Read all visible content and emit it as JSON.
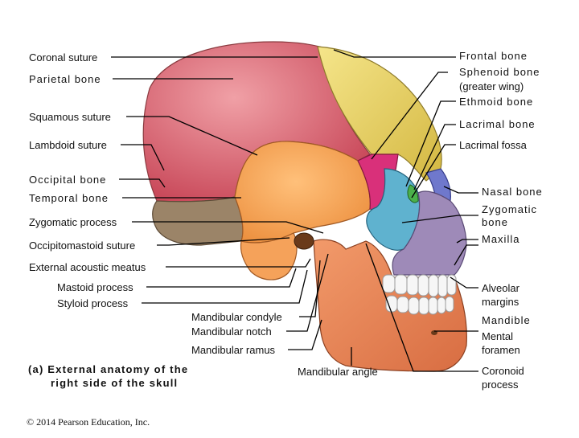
{
  "labels": {
    "coronal_suture": "Coronal suture",
    "parietal_bone": "Parietal bone",
    "squamous_suture": "Squamous suture",
    "lambdoid_suture": "Lambdoid suture",
    "occipital_bone": "Occipital bone",
    "temporal_bone": "Temporal bone",
    "zygomatic_process": "Zygomatic process",
    "occipitomastoid_suture": "Occipitomastoid suture",
    "external_acoustic_meatus": "External acoustic meatus",
    "mastoid_process": "Mastoid process",
    "styloid_process": "Styloid process",
    "mandibular_condyle": "Mandibular condyle",
    "mandibular_notch": "Mandibular notch",
    "mandibular_ramus": "Mandibular ramus",
    "mandibular_angle": "Mandibular angle",
    "frontal_bone": "Frontal bone",
    "sphenoid_bone": "Sphenoid bone",
    "sphenoid_greater_wing": "(greater wing)",
    "ethmoid_bone": "Ethmoid bone",
    "lacrimal_bone": "Lacrimal bone",
    "lacrimal_fossa": "Lacrimal fossa",
    "nasal_bone": "Nasal bone",
    "zygomatic_bone_1": "Zygomatic",
    "zygomatic_bone_2": "bone",
    "maxilla": "Maxilla",
    "alveolar_margins_1": "Alveolar",
    "alveolar_margins_2": "margins",
    "mandible": "Mandible",
    "mental_foramen_1": "Mental",
    "mental_foramen_2": "foramen",
    "coronoid_process_1": "Coronoid",
    "coronoid_process_2": "process"
  },
  "caption": {
    "line1": "(a) External anatomy of the",
    "line2": "right side of the skull"
  },
  "copyright": "© 2014 Pearson Education, Inc.",
  "colors": {
    "parietal": "#d9646f",
    "frontal": "#ead76a",
    "occipital": "#9b8468",
    "temporal": "#f5a25a",
    "sphenoid": "#d9307a",
    "zygomatic": "#5fb2cf",
    "maxilla": "#9e8ab8",
    "mandible": "#ea8a5c",
    "nasal": "#6f78cc",
    "lacrimal": "#4bb04b",
    "teeth": "#f6f6f6"
  }
}
